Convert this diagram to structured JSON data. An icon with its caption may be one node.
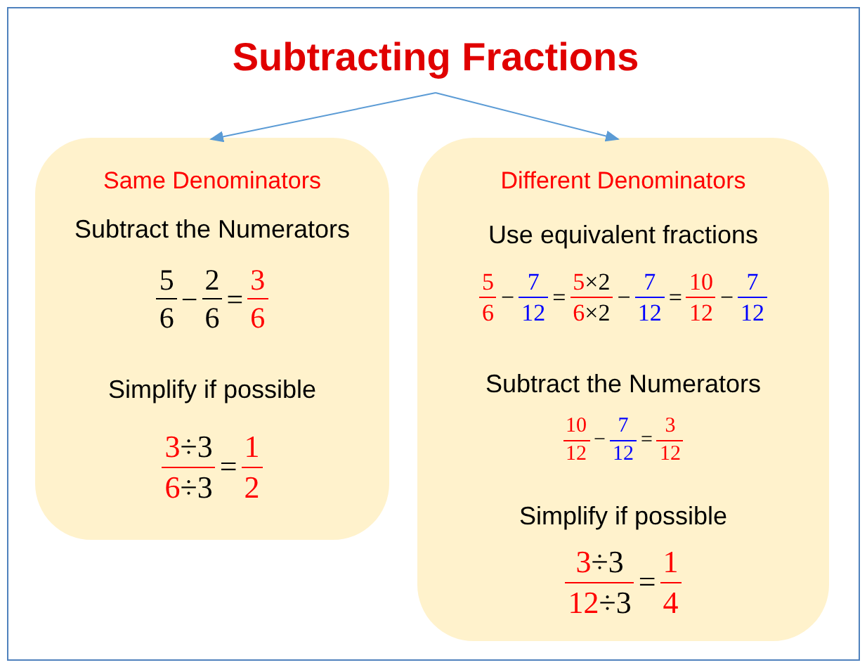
{
  "diagram": {
    "nodes": [
      {
        "text": [
          "Subtracting Fractions"
        ]
      },
      {
        "text": [
          "Same Denominators",
          "Subtract the Numerators",
          "5 6",
          "−",
          "2 6",
          "=",
          "3 6",
          "Simplify if possible",
          "3÷3 6÷3",
          "=",
          "1 2"
        ]
      },
      {
        "text": [
          "Different Denominators",
          "Use equivalent fractions",
          "5 6",
          "−",
          "7 12",
          "=",
          "5×2 6×2",
          "−",
          "7 12",
          "=",
          "10 12",
          "−",
          "7 12",
          "Subtract the Numerators",
          "10 12",
          "−",
          "7 12",
          "=",
          "3 12",
          "Simplify if possible",
          "3÷3 12÷3",
          "=",
          "1 4"
        ]
      }
    ],
    "edges": [
      {
        "from": 0,
        "to": 1,
        "arrow": "to"
      },
      {
        "from": 0,
        "to": 2,
        "arrow": "to"
      }
    ]
  }
}
